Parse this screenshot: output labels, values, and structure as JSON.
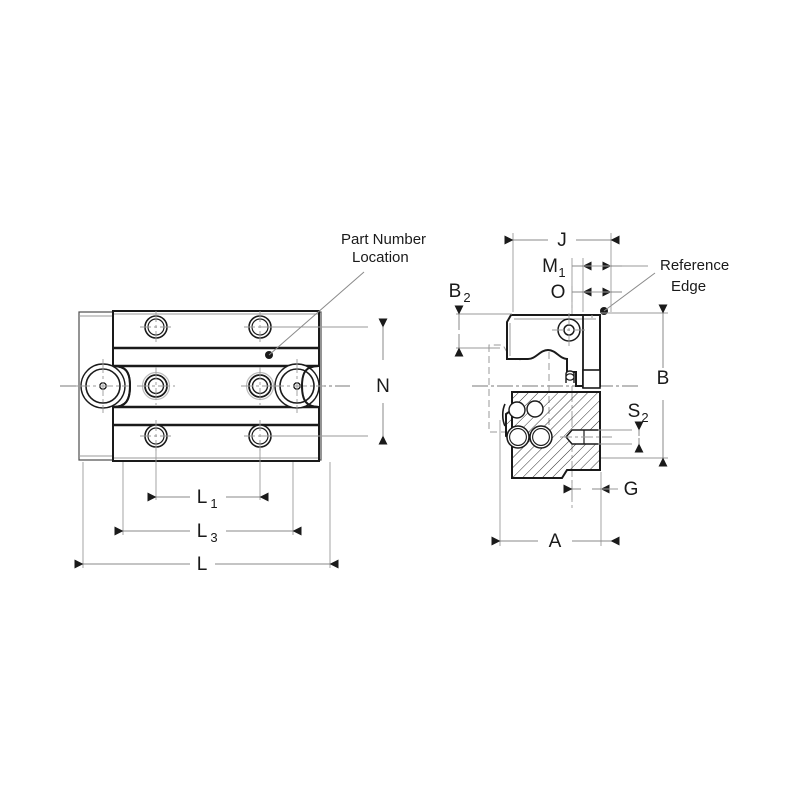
{
  "drawing": {
    "type": "technical-engineering-drawing",
    "subject": "linear guide carriage block and rail",
    "background_color": "#ffffff",
    "line_color": "#1a1a1a",
    "thin_line_color": "#9a9a9a",
    "hatch_color": "#1a1a1a",
    "views": [
      {
        "name": "top-view",
        "position": "left"
      },
      {
        "name": "section-end-view",
        "position": "right"
      }
    ]
  },
  "annotations": {
    "part_number": {
      "line1": "Part Number",
      "line2": "Location",
      "leader_target": "part-number-dot"
    },
    "reference_edge": {
      "line1": "Reference",
      "line2": "Edge",
      "leader_target": "reference-edge-dot"
    }
  },
  "dimensions": {
    "top_view": [
      {
        "name": "N",
        "label": "N",
        "sub": "",
        "orientation": "vertical",
        "side": "right"
      },
      {
        "name": "L1",
        "label": "L",
        "sub": "1",
        "orientation": "horizontal",
        "side": "bottom"
      },
      {
        "name": "L3",
        "label": "L",
        "sub": "3",
        "orientation": "horizontal",
        "side": "bottom"
      },
      {
        "name": "L",
        "label": "L",
        "sub": "",
        "orientation": "horizontal",
        "side": "bottom"
      }
    ],
    "end_view": [
      {
        "name": "J",
        "label": "J",
        "sub": "",
        "orientation": "horizontal",
        "side": "top"
      },
      {
        "name": "M1",
        "label": "M",
        "sub": "1",
        "orientation": "horizontal",
        "side": "top"
      },
      {
        "name": "O",
        "label": "O",
        "sub": "",
        "orientation": "horizontal",
        "side": "top"
      },
      {
        "name": "B2",
        "label": "B",
        "sub": "2",
        "orientation": "vertical",
        "side": "left"
      },
      {
        "name": "B",
        "label": "B",
        "sub": "",
        "orientation": "vertical",
        "side": "right"
      },
      {
        "name": "S2",
        "label": "S",
        "sub": "2",
        "orientation": "vertical",
        "side": "right"
      },
      {
        "name": "G",
        "label": "G",
        "sub": "",
        "orientation": "horizontal",
        "side": "bottom"
      },
      {
        "name": "A",
        "label": "A",
        "sub": "",
        "orientation": "horizontal",
        "side": "bottom"
      }
    ]
  }
}
